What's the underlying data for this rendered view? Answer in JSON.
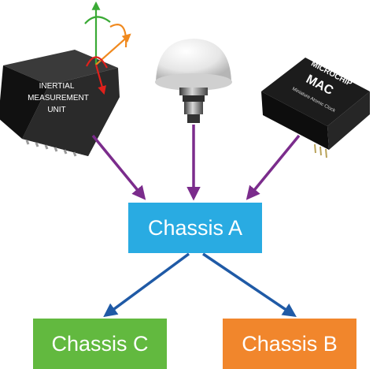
{
  "diagram": {
    "colors": {
      "chassis_a": "#29abe2",
      "chassis_c": "#62b93f",
      "chassis_b": "#f1862c",
      "input_arrow": "#7b2c8c",
      "output_arrow": "#1f5aa6"
    },
    "imu": {
      "label_line1": "INERTIAL",
      "label_line2": "MEASUREMENT",
      "label_line3": "UNIT"
    },
    "clock": {
      "brand": "MICROCHIP",
      "title": "MAC",
      "subtitle": "Miniature Atomic Clock"
    },
    "boxes": {
      "chassis_a": "Chassis A",
      "chassis_c": "Chassis C",
      "chassis_b": "Chassis B"
    }
  }
}
